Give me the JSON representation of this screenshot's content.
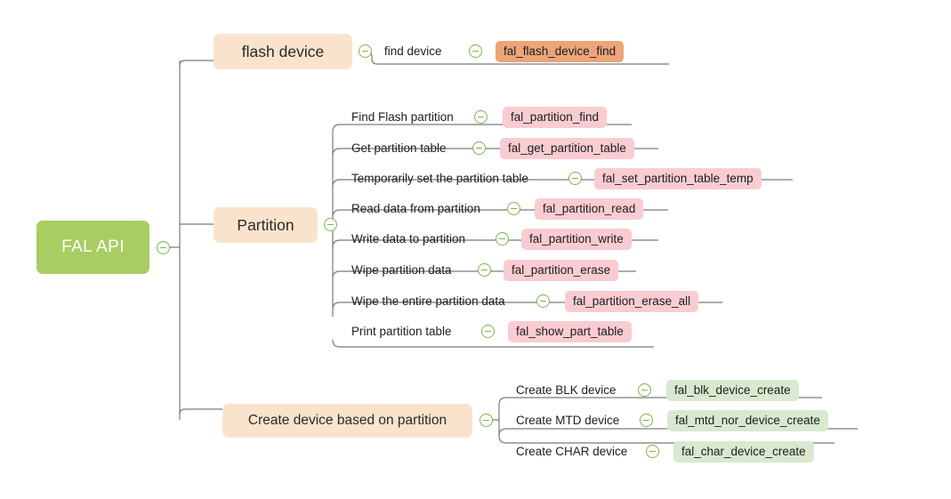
{
  "diagram": {
    "type": "mindmap",
    "title": "FAL API",
    "background": "#ffffff",
    "colors": {
      "root": "#a8cd63",
      "root_text": "#ffffff",
      "branch": "#fae3cc",
      "badge_orange": "#eba578",
      "badge_pink": "#f9ccd2",
      "badge_green": "#d9e9d0",
      "connector": "#7a7a7a",
      "toggle": "#7ab648"
    }
  },
  "root": {
    "label": "FAL API",
    "toggle_icon": "collapse-minus-icon"
  },
  "branches": [
    {
      "id": "flash-device",
      "label": "flash device",
      "badge_style": "orange",
      "items": [
        {
          "label": "find device",
          "api": "fal_flash_device_find"
        }
      ]
    },
    {
      "id": "partition",
      "label": "Partition",
      "badge_style": "pink",
      "items": [
        {
          "label": "Find Flash partition",
          "api": "fal_partition_find"
        },
        {
          "label": "Get partition table",
          "api": "fal_get_partition_table"
        },
        {
          "label": "Temporarily set the partition table",
          "api": "fal_set_partition_table_temp"
        },
        {
          "label": "Read data from partition",
          "api": "fal_partition_read"
        },
        {
          "label": "Write data to partition",
          "api": "fal_partition_write"
        },
        {
          "label": "Wipe partition data",
          "api": "fal_partition_erase"
        },
        {
          "label": "Wipe the entire partition data",
          "api": "fal_partition_erase_all"
        },
        {
          "label": "Print partition table",
          "api": "fal_show_part_table"
        }
      ]
    },
    {
      "id": "create-device",
      "label": "Create device based on partition",
      "badge_style": "green",
      "items": [
        {
          "label": "Create BLK device",
          "api": "fal_blk_device_create"
        },
        {
          "label": "Create MTD device",
          "api": "fal_mtd_nor_device_create"
        },
        {
          "label": "Create CHAR device",
          "api": "fal_char_device_create"
        }
      ]
    }
  ]
}
